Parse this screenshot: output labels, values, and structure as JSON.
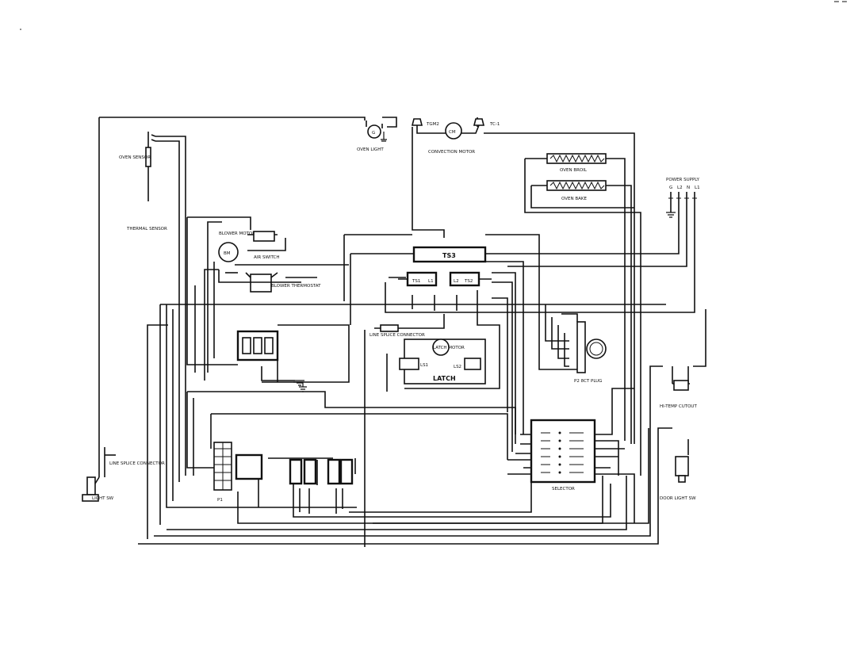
{
  "labels": {
    "oven_light": "OVEN LIGHT",
    "convection_motor": "CONVECTION MOTOR",
    "cm": "CM",
    "tgm2": "TGM2",
    "tc1": "TC-1",
    "oven_broil": "OVEN BROIL",
    "oven_bake": "OVEN BAKE",
    "power_supply": "POWER SUPPLY",
    "power_g": "G",
    "power_l2": "L2",
    "power_n": "N",
    "power_l1": "L1",
    "blower_motor": "BLOWER MOTOR",
    "bm": "BM",
    "air_switch": "AIR SWITCH",
    "blower_thermostat": "BLOWER THERMOSTAT",
    "thermal_sensor": "THERMAL SENSOR",
    "oven_sensor": "OVEN SENSOR",
    "ts3": "TS3",
    "ts1": "TS1",
    "ts2": "TS2",
    "l1": "L1",
    "l2": "L2",
    "latch": "LATCH",
    "latch_motor": "LATCH MOTOR",
    "ls1": "LS1",
    "ls2": "LS2",
    "line_splice_connector": "LINE SPLICE CONNECTOR",
    "p2_8ct_plug": "P2 8CT PLUG",
    "hi_temp_cutout": "HI-TEMP CUTOUT",
    "selector": "SELECTOR",
    "p1": "P1",
    "light_sw": "LIGHT SW",
    "door_light_sw": "DOOR LIGHT SW",
    "line_splice_connector_2": "LINE SPLICE CONNECTOR"
  }
}
